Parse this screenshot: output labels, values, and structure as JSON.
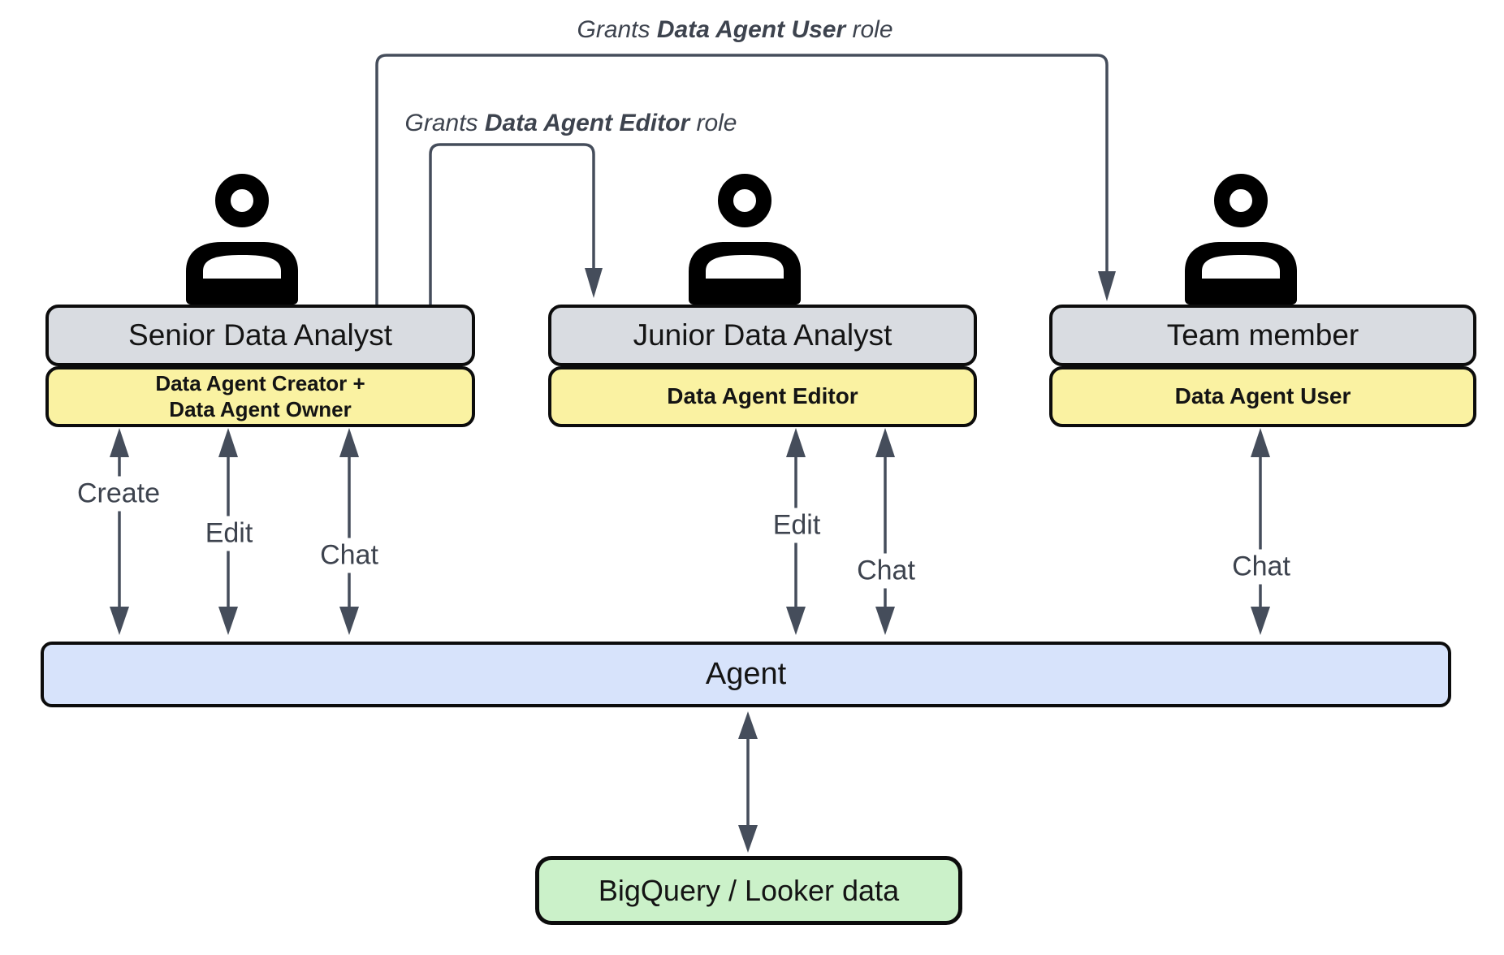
{
  "grants": {
    "user": {
      "prefix": "Grants ",
      "bold": "Data Agent User",
      "suffix": " role"
    },
    "editor": {
      "prefix": "Grants ",
      "bold": "Data Agent Editor",
      "suffix": " role"
    }
  },
  "actors": [
    {
      "name": "Senior Data Analyst",
      "role_lines": [
        "Data Agent Creator +",
        "Data Agent Owner"
      ]
    },
    {
      "name": "Junior Data Analyst",
      "role_lines": [
        "Data Agent Editor"
      ]
    },
    {
      "name": "Team member",
      "role_lines": [
        "Data Agent User"
      ]
    }
  ],
  "edge_labels": {
    "senior": [
      "Create",
      "Edit",
      "Chat"
    ],
    "junior": [
      "Edit",
      "Chat"
    ],
    "team": [
      "Chat"
    ]
  },
  "agent": {
    "label": "Agent"
  },
  "datasource": {
    "label": "BigQuery / Looker data"
  },
  "colors": {
    "actor_title_fill": "#d9dce1",
    "role_fill": "#faf2a2",
    "agent_fill": "#d7e3fb",
    "datasource_fill": "#cbf1c9",
    "arrow": "#454d5b",
    "border": "#0c0c0c"
  }
}
